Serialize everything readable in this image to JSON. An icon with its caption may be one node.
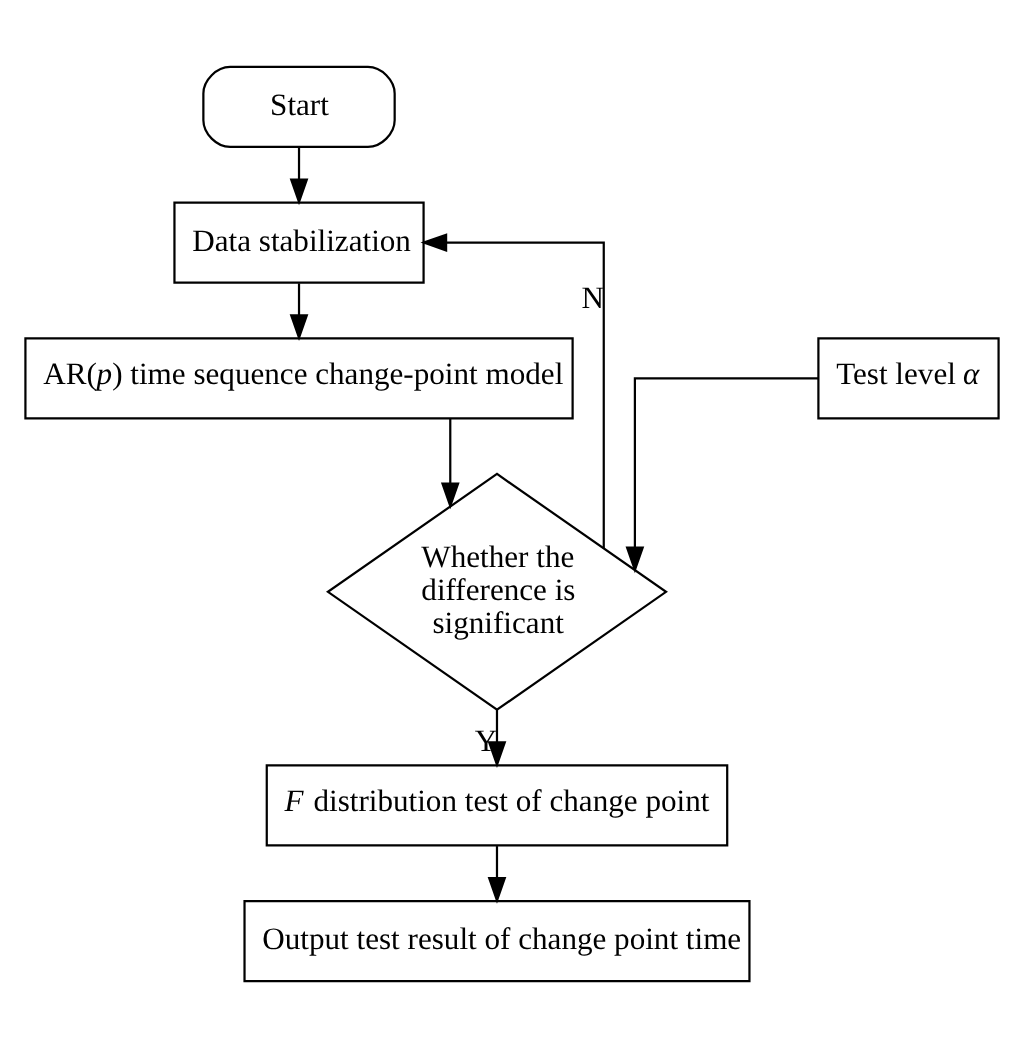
{
  "diagram": {
    "nodes": [
      {
        "text": [
          "Start"
        ]
      },
      {
        "text": [
          "Data stabilization"
        ]
      },
      {
        "text": [
          "AR(*p*) time sequence change-point model"
        ]
      },
      {
        "text": [
          "Test level *α*"
        ]
      },
      {
        "text": [
          "Whether the difference is significant"
        ]
      },
      {
        "text": [
          "*F* distribution test of change point"
        ]
      },
      {
        "text": [
          "Output test result of change point time"
        ]
      }
    ],
    "edges": [
      {
        "from": 0,
        "to": 1,
        "arrow": "to"
      },
      {
        "from": 1,
        "to": 2,
        "arrow": "to"
      },
      {
        "from": 2,
        "to": 4,
        "arrow": "to"
      },
      {
        "from": 3,
        "to": 4,
        "arrow": "to"
      },
      {
        "from": 4,
        "to": 1,
        "arrow": "to",
        "label": "N"
      },
      {
        "from": 4,
        "to": 5,
        "arrow": "to",
        "label": "Y"
      },
      {
        "from": 5,
        "to": 6,
        "arrow": "to"
      }
    ]
  }
}
